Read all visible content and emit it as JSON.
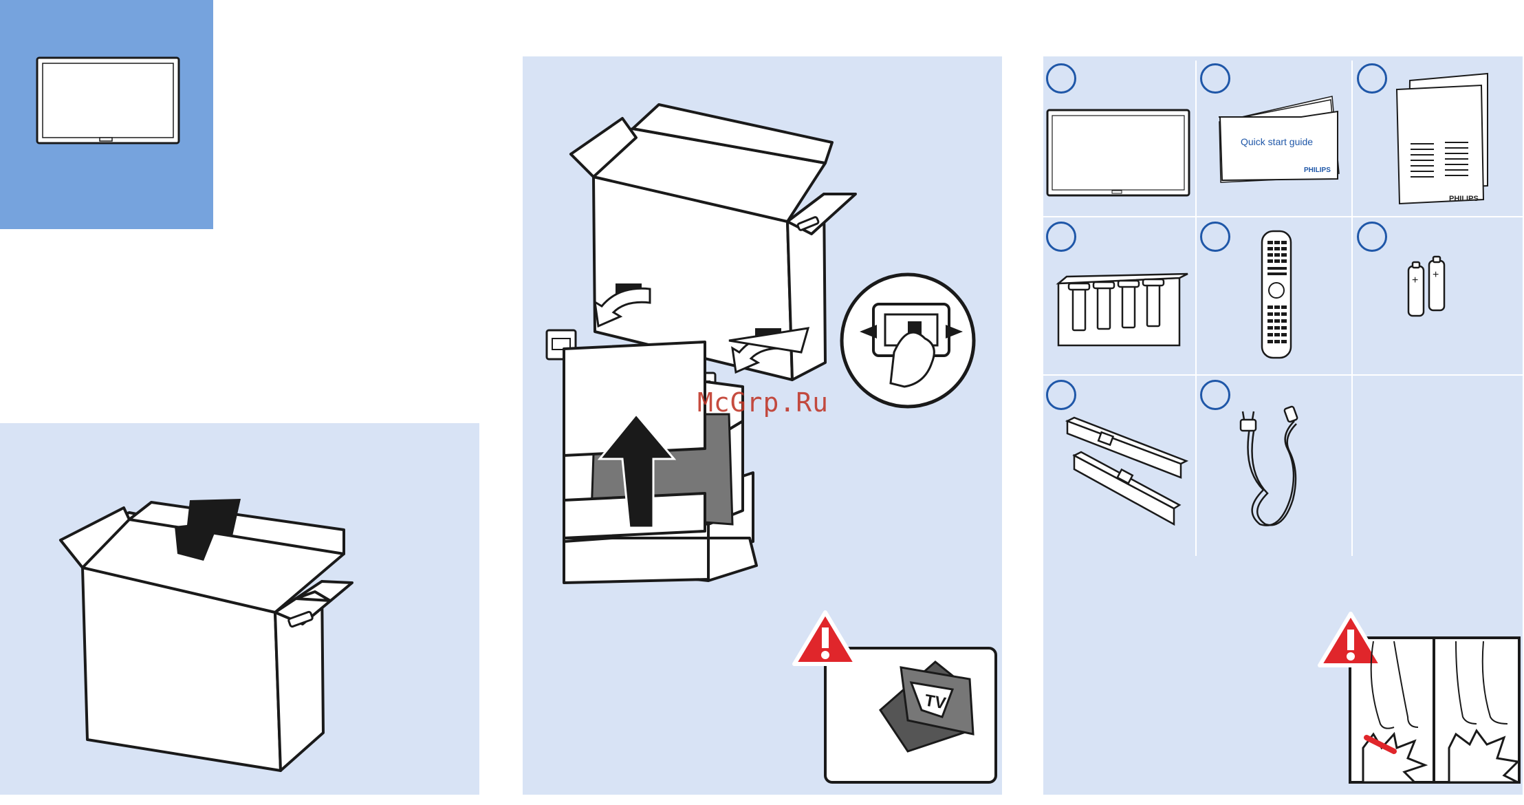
{
  "watermark": "McGrp.Ru",
  "accessories": {
    "quick_start_title": "Quick start guide",
    "quick_start_brand": "PHILIPS",
    "leaflet_brand": "PHILIPS"
  },
  "tv_label": "TV",
  "colors": {
    "panel_bg": "#d8e3f5",
    "header_blue": "#76a3dd",
    "accent_blue": "#1f57a8",
    "warning_red": "#e0262b",
    "line": "#1a1a1a"
  },
  "icons": [
    "tv-icon",
    "box-icon",
    "up-arrow-icon",
    "handle-icon",
    "warning-icon",
    "remote-icon",
    "battery-icon",
    "screw-icon",
    "stand-icon",
    "power-cord-icon",
    "manual-icon"
  ]
}
